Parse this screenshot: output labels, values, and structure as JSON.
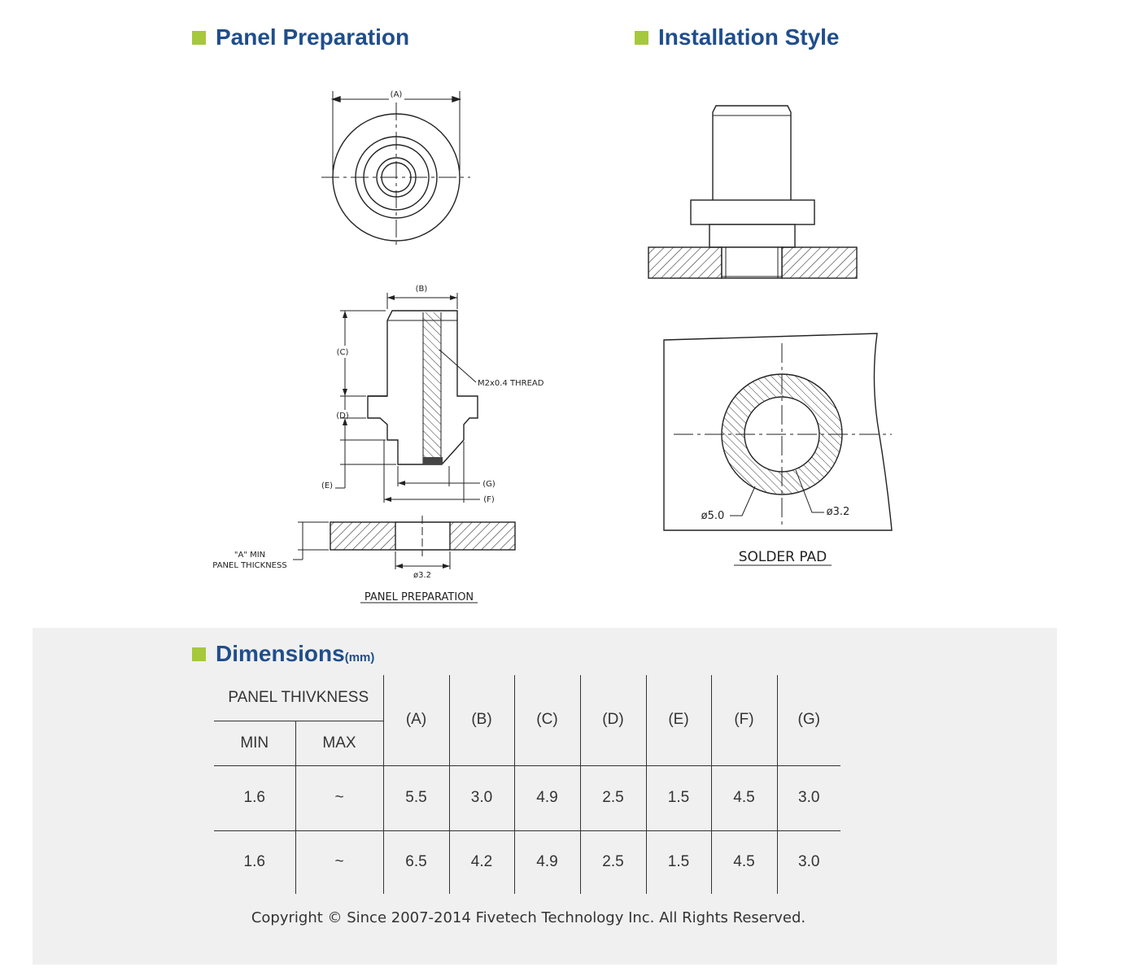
{
  "headings": {
    "panel_preparation": "Panel Preparation",
    "installation_style": "Installation Style",
    "dimensions": "Dimensions",
    "dimensions_unit": "(mm)"
  },
  "drawing": {
    "label_a": "(A)",
    "label_b": "(B)",
    "label_c": "(C)",
    "label_d": "(D)",
    "label_e": "(E)",
    "label_f": "(F)",
    "label_g": "(G)",
    "thread": "M2x0.4 THREAD",
    "a_min_line1": "\"A\" MIN",
    "a_min_line2": "PANEL THICKNESS",
    "hole_dia": "ø3.2",
    "panel_prep_caption": "PANEL PREPARATION",
    "pad_outer": "ø5.0",
    "pad_inner": "ø3.2",
    "solder_pad_caption": "SOLDER PAD"
  },
  "table": {
    "group_header": "PANEL THIVKNESS",
    "min_header": "MIN",
    "max_header": "MAX",
    "columns": [
      "(A)",
      "(B)",
      "(C)",
      "(D)",
      "(E)",
      "(F)",
      "(G)"
    ],
    "rows": [
      {
        "min": "1.6",
        "max": "~",
        "values": [
          "5.5",
          "3.0",
          "4.9",
          "2.5",
          "1.5",
          "4.5",
          "3.0"
        ]
      },
      {
        "min": "1.6",
        "max": "~",
        "values": [
          "6.5",
          "4.2",
          "4.9",
          "2.5",
          "1.5",
          "4.5",
          "3.0"
        ]
      }
    ]
  },
  "footer": {
    "copyright": "Copyright © Since 2007-2014 Fivetech Technology Inc. All Rights Reserved."
  },
  "colors": {
    "heading": "#1f4e8c",
    "bullet": "#a6c83c",
    "panel_bg": "#f0f0f0"
  }
}
